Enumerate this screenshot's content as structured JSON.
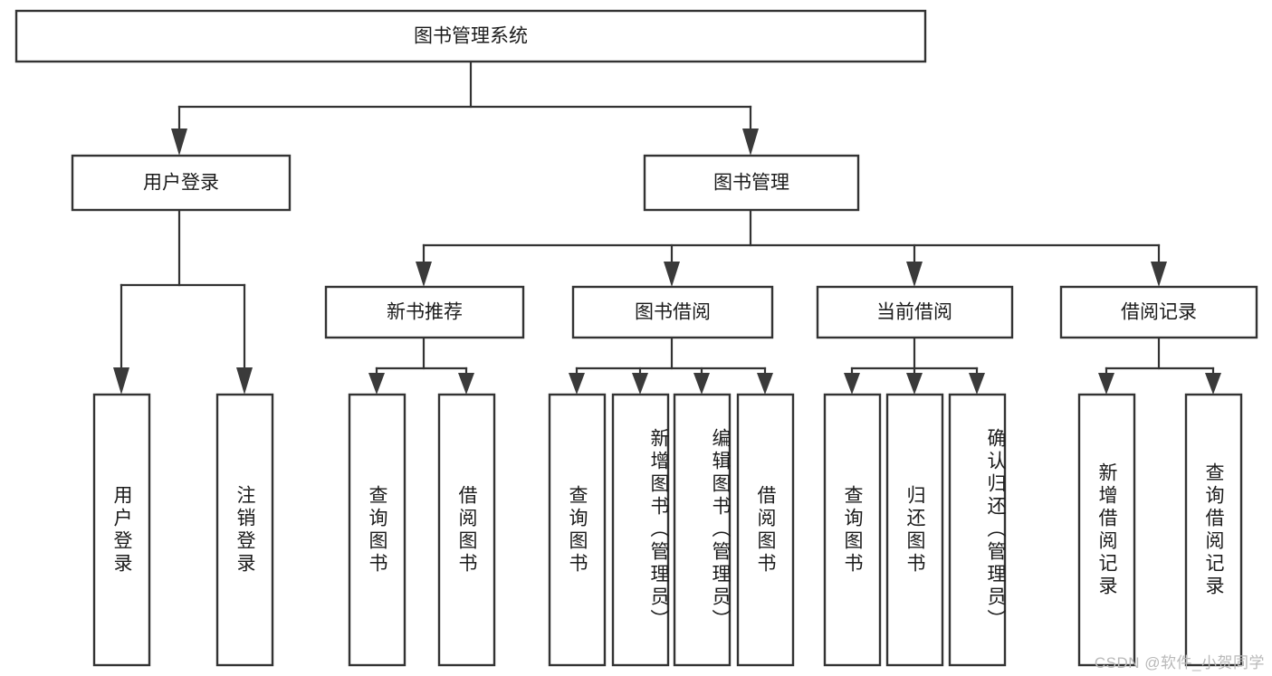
{
  "diagram": {
    "type": "hierarchy-tree",
    "title": "图书管理系统",
    "orientation": "top-down",
    "background_color": "#ffffff",
    "line_color": "#333333",
    "text_color": "#1b1b1b",
    "levels": {
      "root": {
        "label": "图书管理系统"
      },
      "level2": [
        {
          "label": "用户登录"
        },
        {
          "label": "图书管理"
        }
      ],
      "level3": [
        {
          "label": "新书推荐"
        },
        {
          "label": "图书借阅"
        },
        {
          "label": "当前借阅"
        },
        {
          "label": "借阅记录"
        }
      ],
      "leaves": {
        "user_login": [
          {
            "label": "用户登录"
          },
          {
            "label": "注销登录"
          }
        ],
        "new_book_recommend": [
          {
            "label": "查询图书"
          },
          {
            "label": "借阅图书"
          }
        ],
        "book_borrow": [
          {
            "label": "查询图书"
          },
          {
            "label": "新增图书（管理员）"
          },
          {
            "label": "编辑图书（管理员）"
          },
          {
            "label": "借阅图书"
          }
        ],
        "current_borrow": [
          {
            "label": "查询图书"
          },
          {
            "label": "归还图书"
          },
          {
            "label": "确认归还（管理员）"
          }
        ],
        "borrow_record": [
          {
            "label": "新增借阅记录"
          },
          {
            "label": "查询借阅记录"
          }
        ]
      }
    }
  },
  "watermark": {
    "text": "CSDN @软件_小贺同学"
  }
}
